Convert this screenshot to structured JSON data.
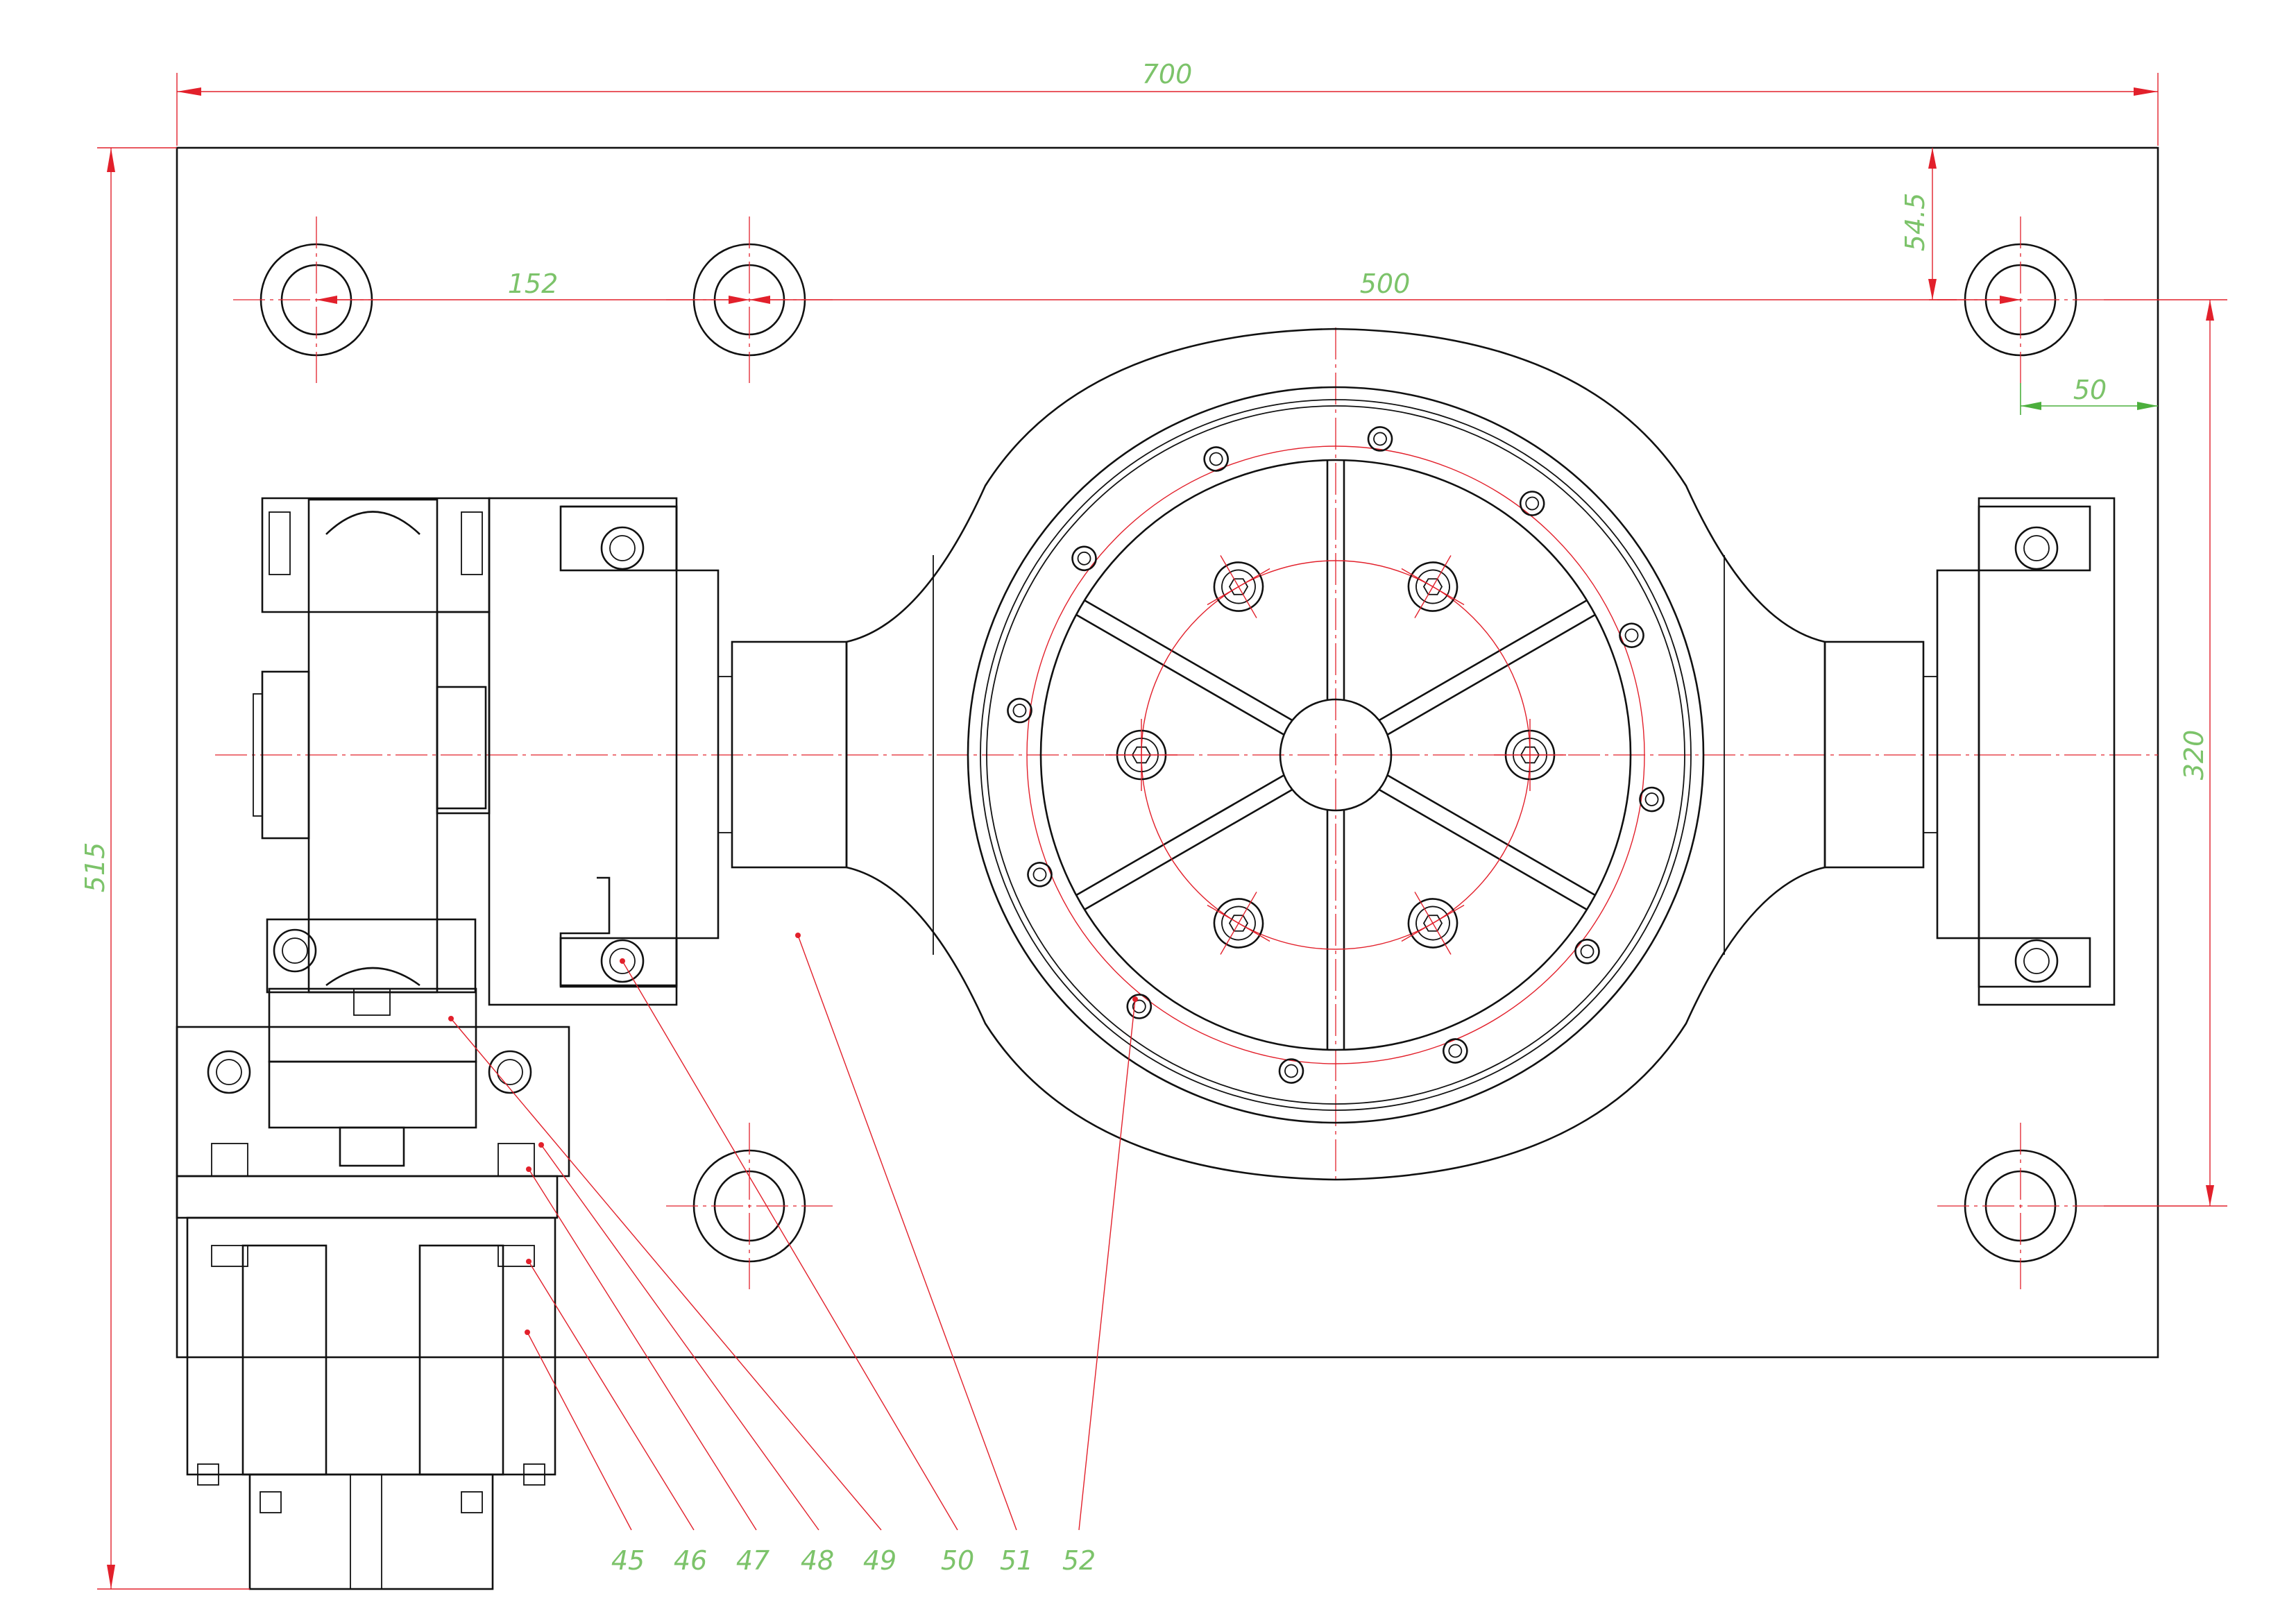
{
  "dimensions": {
    "total_width": "700",
    "total_height": "515",
    "top_offset": "54.5",
    "hole_spacing_left": "152",
    "hole_spacing_main": "500",
    "right_offset": "50",
    "vertical_spacing": "320"
  },
  "balloons": [
    "45",
    "46",
    "47",
    "48",
    "49",
    "50",
    "51",
    "52"
  ]
}
